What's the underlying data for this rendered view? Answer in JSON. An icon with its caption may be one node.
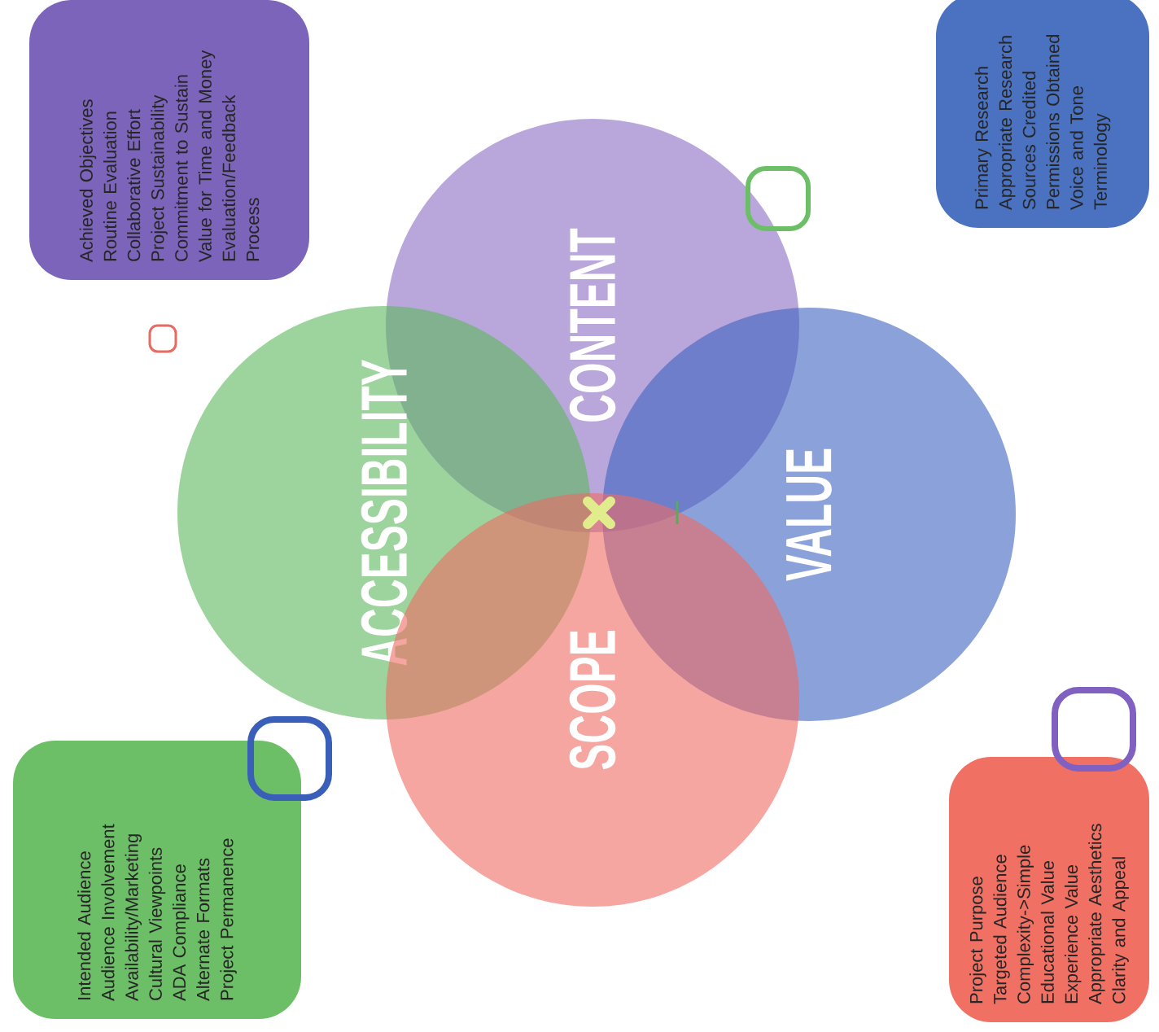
{
  "diagram": {
    "nodes": [
      {
        "text": [
          "Achieved Objectives",
          "Routine Evaluation",
          "Collaborative Effort",
          "Project Sustainability",
          "Commitment to Sustain",
          "Value for Time and Money",
          "Evaluation/Feedback",
          "Process"
        ]
      },
      {
        "text": [
          "Primary Research",
          "Appropriate Research",
          "Sources Credited",
          "Permissions Obtained",
          "Voice and Tone",
          "Terminology"
        ]
      },
      {
        "text": [
          "CONTENT"
        ]
      },
      {
        "text": [
          "ACCESSIBILITY"
        ]
      },
      {
        "text": [
          "VALUE"
        ]
      },
      {
        "text": [
          "SCOPE"
        ]
      },
      {
        "text": [
          "Intended Audience",
          "Audience Involvement",
          "Availability/Marketing",
          "Cultural Viewpoints",
          "ADA Compliance",
          "Alternate Formats",
          "Project Permanence"
        ]
      },
      {
        "text": [
          "Project Purpose",
          "Targeted Audience",
          "Complexity->Simple",
          "Educational Value",
          "Experience Value",
          "Appropriate Aesthetics",
          "Clarity and Appeal"
        ]
      },
      {
        "text": [],
        "shape": "box"
      },
      {
        "text": [],
        "shape": "box"
      },
      {
        "text": [],
        "shape": "box"
      },
      {
        "text": [],
        "shape": "box"
      }
    ]
  }
}
